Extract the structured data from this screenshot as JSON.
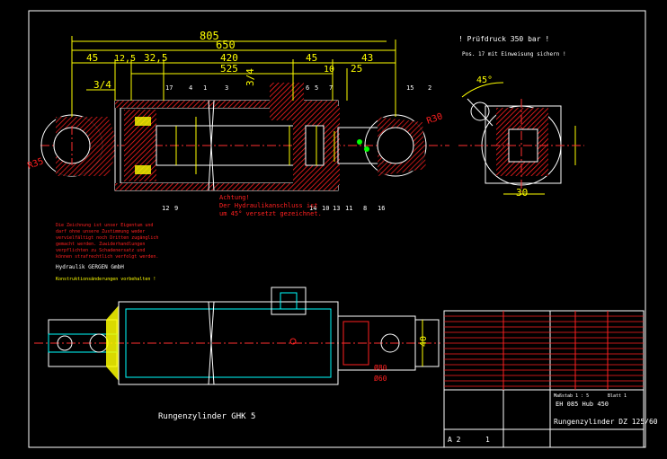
{
  "dims": {
    "d805": "805",
    "d650": "650",
    "d45a": "45",
    "d12_5": "12,5",
    "d32_5": "32,5",
    "d420": "420",
    "d525": "525",
    "d45b": "45",
    "d10": "10",
    "d25": "25",
    "d43": "43",
    "d3_4a": "3/4",
    "d3_4b": "3/4",
    "d45deg": "45°",
    "d30": "30",
    "dR30": "R30",
    "dR35": "R35"
  },
  "part_labels": [
    "17",
    "4",
    "1",
    "3",
    "6",
    "5",
    "7",
    "15",
    "2",
    "12",
    "9",
    "14",
    "10",
    "13",
    "11",
    "8",
    "16"
  ],
  "notes": {
    "pressure": "! Prüfdruck 350 bar !",
    "pos17": "Pos. 17 mit Einweisung sichern !",
    "attention": [
      "Achtung!",
      "Der Hydraulikanschluss ist",
      "um 45° versetzt gezeichnet."
    ],
    "red_block": [
      "Die Zeichnung ist unser Eigentum und",
      "darf ohne unsere Zustimmung weder",
      "vervielfältigt noch Dritten zugänglich",
      "gemacht werden. Zuwiderhandlungen",
      "verpflichten zu Schadenersatz und",
      "können strafrechtlich verfolgt werden."
    ],
    "company": "Hydraulik GERGEN GmbH",
    "changes": "Konstruktionsänderungen vorbehalten !",
    "bottom_title": "Rungenzylinder  GHK 5",
    "side_dims": [
      "40",
      "Ø80",
      "Ø60"
    ]
  },
  "title_block": {
    "drawing_no": "EH 085 Hub 450",
    "title": "Rungenzylinder DZ 125/60",
    "sheet_format": "A 2",
    "sheet_no": "1",
    "scale": "Maßstab 1 : 5",
    "blatt": "Blatt 1"
  }
}
